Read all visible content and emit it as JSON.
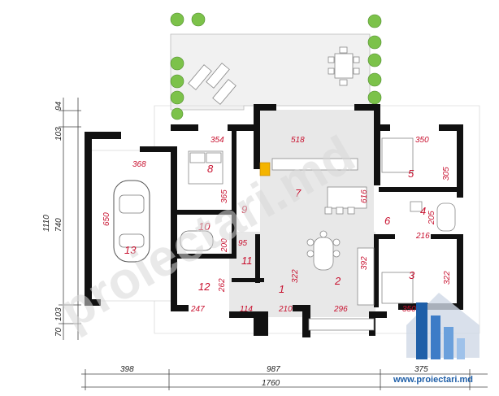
{
  "rooms": [
    "1",
    "2",
    "3",
    "4",
    "5",
    "6",
    "7",
    "8",
    "9",
    "10",
    "11",
    "12",
    "13"
  ],
  "room_dims": {
    "r8_w": "354",
    "r7_w": "518",
    "r5_w": "350",
    "r13_w": "368",
    "r13_h": "650",
    "r8_h": "365",
    "r7_h": "616",
    "r5_h": "305",
    "r4_h": "205",
    "r4_w": "216",
    "r10_h": "200",
    "r11_w": "95",
    "r1_h": "322",
    "r2_h": "392",
    "r3_h": "322",
    "r12_h": "262",
    "b247": "247",
    "b114": "114",
    "b210": "210",
    "b296": "296",
    "b350": "350"
  },
  "outer_dims": {
    "left_94": "94",
    "left_103a": "103",
    "left_740": "740",
    "left_103b": "103",
    "left_70": "70",
    "left_total": "1110",
    "bottom_398": "398",
    "bottom_987": "987",
    "bottom_375": "375",
    "bottom_total": "1760"
  },
  "watermark": "proiectari.md",
  "site_url": "www.proiectari.md",
  "colors": {
    "dimension": "#c8102e",
    "wall": "#111111",
    "brand": "#1f5fa8"
  }
}
